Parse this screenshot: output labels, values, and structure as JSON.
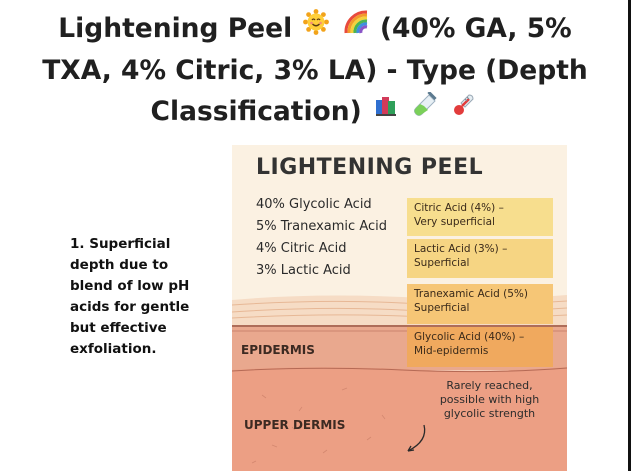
{
  "title": {
    "line1_text": "Lightening Peel",
    "line1_suffix": "(40% GA, 5%",
    "line2": "TXA, 4% Citric, 3% LA) - Type (Depth",
    "line3": "Classification)"
  },
  "icons": [
    "smiling-sun-icon",
    "rainbow-icon",
    "books-icon",
    "test-tube-icon",
    "thermometer-icon"
  ],
  "bullet": {
    "lines": [
      "1. Superficial",
      "depth due to",
      "blend of low pH",
      "acids for gentle",
      "but effective",
      "exfoliation."
    ]
  },
  "diagram": {
    "title": "LIGHTENING PEEL",
    "ingredients": [
      "40% Glycolic Acid",
      "5% Tranexamic Acid",
      "4% Citric Acid",
      "3% Lactic Acid"
    ],
    "layers": {
      "epidermis": "EPIDERMIS",
      "dermis": "UPPER DERMIS"
    },
    "tags": {
      "citric": [
        "Citric Acid (4%) –",
        "Very superficial"
      ],
      "lactic": [
        "Lactic Acid (3%) –",
        "Superficial"
      ],
      "txa": [
        "Tranexamic Acid (5%)",
        "Superficial"
      ],
      "glycolic": [
        "Glycolic Acid (40%) –",
        "Mid-epidermis"
      ]
    },
    "note": [
      "Rarely reached,",
      "possible with high",
      "glycolic strength"
    ],
    "colors": {
      "background": "#fbf1e2",
      "citric": "#f7de8e",
      "lactic": "#f6d583",
      "txa": "#f6c676",
      "glycolic": "#f0a95e",
      "epidermis": "#e9a88e",
      "dermis": "#ec9f84"
    }
  }
}
